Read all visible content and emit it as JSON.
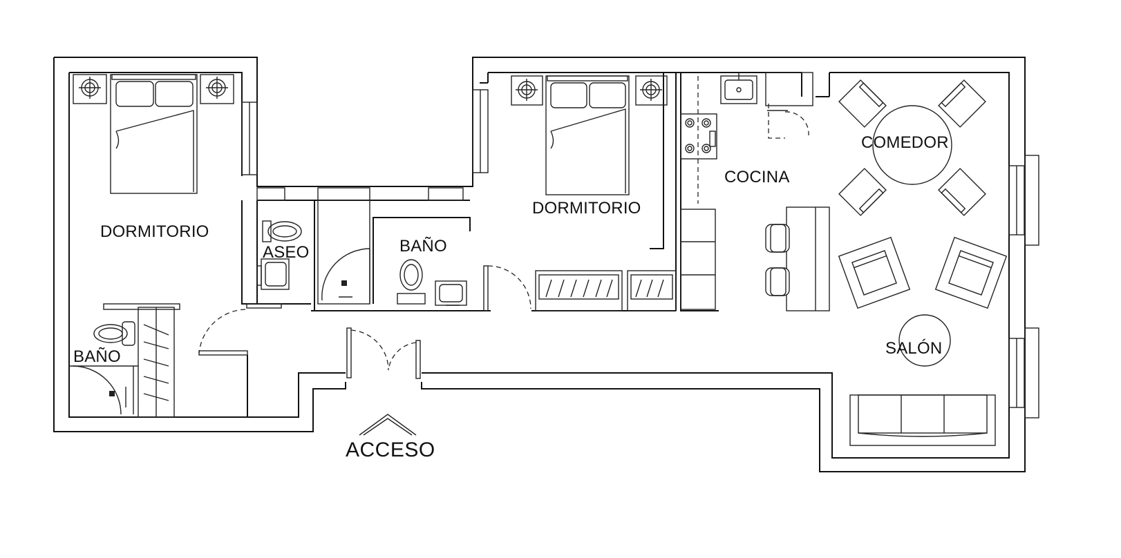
{
  "rooms": {
    "dorm_left": "DORMITORIO",
    "aseo": "ASEO",
    "bano_center": "BAÑO",
    "dorm_center": "DORMITORIO",
    "cocina": "COCINA",
    "comedor": "COMEDOR",
    "salon": "SALÓN",
    "bano_left": "BAÑO"
  },
  "access": "ACCESO"
}
